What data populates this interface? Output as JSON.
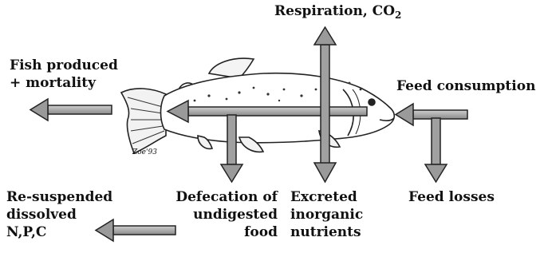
{
  "labels": {
    "respiration": {
      "main": "Respiration, CO",
      "sub": "2"
    },
    "fish_produced": [
      "Fish produced",
      "+ mortality"
    ],
    "feed_consumption": "Feed consumption",
    "resuspended": [
      "Re-suspended",
      "dissolved",
      "N,P,C"
    ],
    "defecation": [
      "Defecation of",
      "undigested",
      "food"
    ],
    "excreted": [
      "Excreted",
      "inorganic",
      "nutrients"
    ],
    "feed_losses": "Feed losses"
  },
  "artist_signature": "Zoe'93",
  "colors": {
    "arrow_gray": "#999999",
    "arrow_dark": "#111111",
    "fish_line": "#222222"
  }
}
